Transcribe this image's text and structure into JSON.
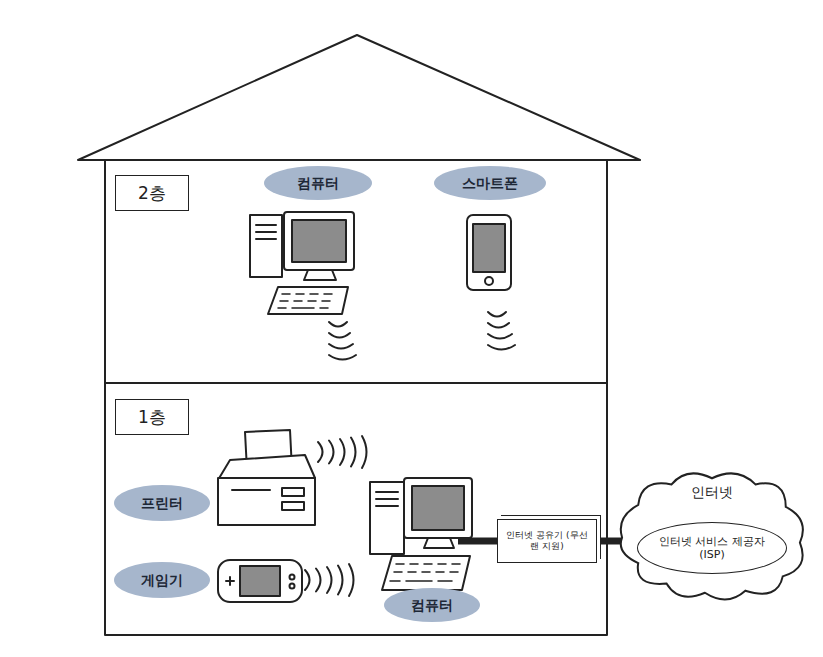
{
  "diagram": {
    "nodes": [
      {
        "text": [
          "2층"
        ]
      },
      {
        "text": [
          "컴퓨터"
        ]
      },
      {
        "text": [
          "스마트폰"
        ]
      },
      {
        "text": [
          "1층"
        ]
      },
      {
        "text": [
          "프린터"
        ]
      },
      {
        "text": [
          "게임기"
        ]
      },
      {
        "text": [
          "인터넷 공유기 (무선 랜 지원)"
        ]
      },
      {
        "text": [
          "인터넷"
        ]
      },
      {
        "text": [
          "인터넷 서비스 제공자(ISP)"
        ],
        "in": 7
      },
      {
        "text": [
          "컴퓨터"
        ]
      }
    ],
    "edges": [
      {
        "from": 6,
        "to": 7,
        "arrow": "none"
      }
    ]
  }
}
